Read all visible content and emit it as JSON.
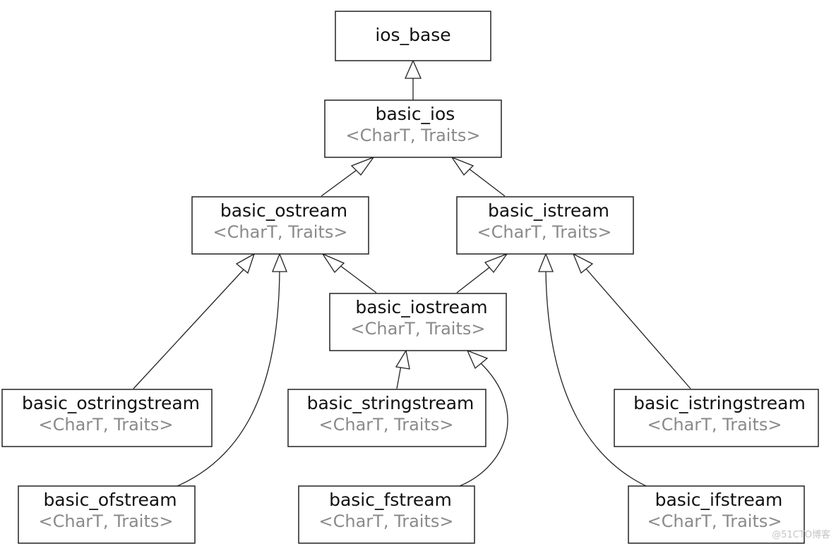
{
  "template_params": "<CharT, Traits>",
  "watermark": "@51CTO博客",
  "classes": {
    "ios_base": "ios_base",
    "basic_ios": "basic_ios",
    "basic_ostream": "basic_ostream",
    "basic_istream": "basic_istream",
    "basic_iostream": "basic_iostream",
    "basic_ostringstream": "basic_ostringstream",
    "basic_stringstream": "basic_stringstream",
    "basic_istringstream": "basic_istringstream",
    "basic_ofstream": "basic_ofstream",
    "basic_fstream": "basic_fstream",
    "basic_ifstream": "basic_ifstream"
  },
  "inheritance": [
    {
      "child": "basic_ios",
      "parent": "ios_base"
    },
    {
      "child": "basic_ostream",
      "parent": "basic_ios"
    },
    {
      "child": "basic_istream",
      "parent": "basic_ios"
    },
    {
      "child": "basic_iostream",
      "parent": "basic_ostream"
    },
    {
      "child": "basic_iostream",
      "parent": "basic_istream"
    },
    {
      "child": "basic_ostringstream",
      "parent": "basic_ostream"
    },
    {
      "child": "basic_ofstream",
      "parent": "basic_ostream"
    },
    {
      "child": "basic_stringstream",
      "parent": "basic_iostream"
    },
    {
      "child": "basic_fstream",
      "parent": "basic_iostream"
    },
    {
      "child": "basic_istringstream",
      "parent": "basic_istream"
    },
    {
      "child": "basic_ifstream",
      "parent": "basic_istream"
    }
  ]
}
